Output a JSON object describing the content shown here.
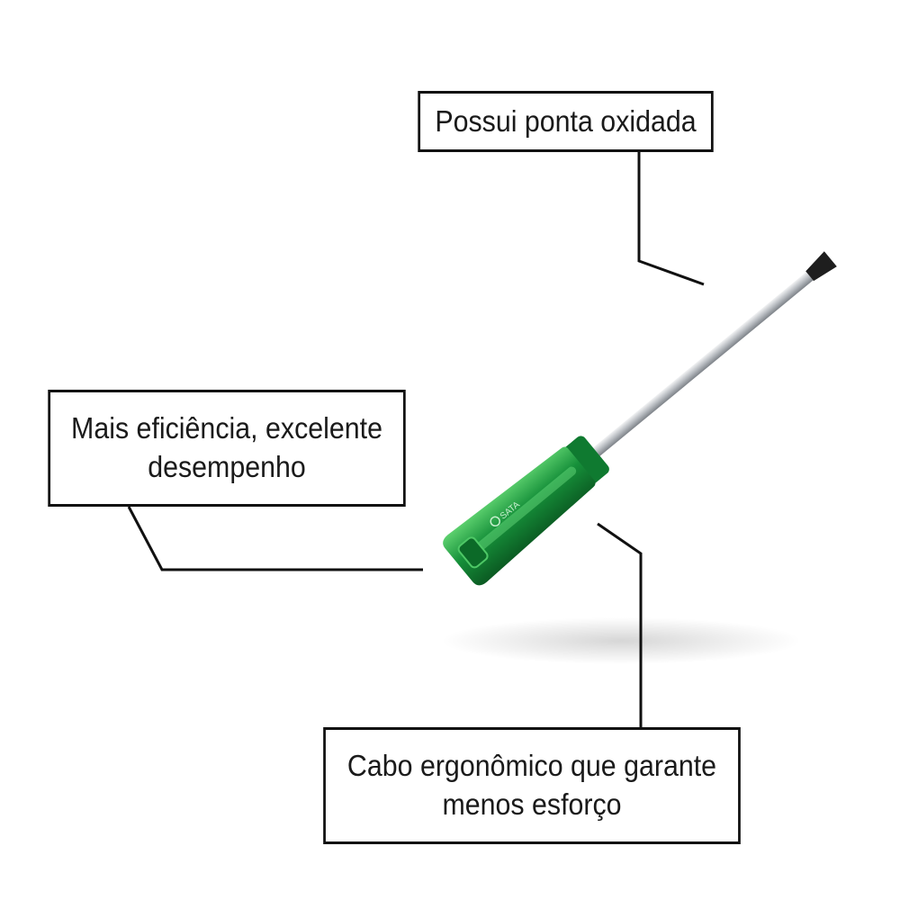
{
  "callouts": {
    "tip": "Possui ponta oxidada",
    "efficiency_line1": "Mais eficiência, excelente",
    "efficiency_line2": "desempenho",
    "handle_line1": "Cabo ergonômico que garante",
    "handle_line2": "menos esforço"
  },
  "product": {
    "brand_mark": "SATA",
    "handle_color": "#1f9a3a",
    "shaft_color": "#c9cdd1"
  }
}
